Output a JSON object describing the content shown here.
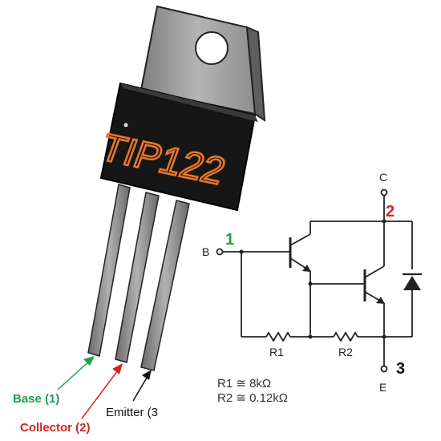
{
  "package": {
    "part_number": "TIP122",
    "colors": {
      "tab": "#9c9c9c",
      "body": "#141414",
      "marking": "#e8762a",
      "leads": "#8a8a8a"
    }
  },
  "pins": {
    "base": {
      "label": "Base (1)",
      "color": "#1aa04a"
    },
    "collector": {
      "label": "Collector (2)",
      "color": "#d4241e"
    },
    "emitter": {
      "label": "Emitter (3",
      "color": "#111111"
    }
  },
  "schematic": {
    "terminal_c": "C",
    "terminal_b": "B",
    "terminal_e": "E",
    "pin_1": "1",
    "pin_2": "2",
    "pin_3": "3",
    "resistor_1": "R1",
    "resistor_2": "R2",
    "spec_r1": "R1 ≅ 8kΩ",
    "spec_r2": "R2 ≅ 0.12kΩ",
    "colors": {
      "pin_1": "#1aa04a",
      "pin_2": "#d4241e",
      "pin_3": "#111111",
      "wire": "#222222"
    }
  }
}
